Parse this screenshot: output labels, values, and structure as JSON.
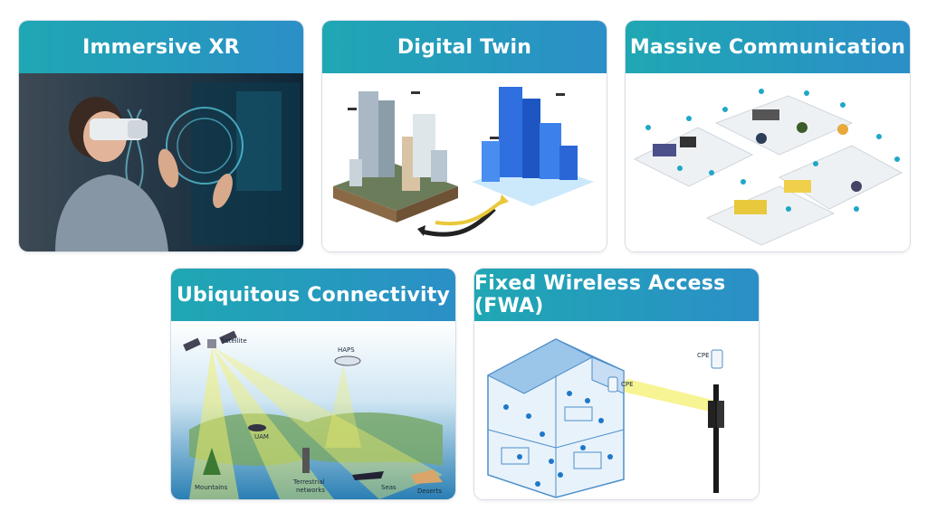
{
  "cards": [
    {
      "title": "Immersive XR"
    },
    {
      "title": "Digital Twin"
    },
    {
      "title": "Massive Communication"
    },
    {
      "title": "Ubiquitous Connectivity",
      "labels": {
        "satellite": "Satellite",
        "haps": "HAPS",
        "uam": "UAM",
        "mountains": "Mountains",
        "terrestrial1": "Terrestrial",
        "terrestrial2": "networks",
        "seas": "Seas",
        "deserts": "Deserts"
      }
    },
    {
      "title": "Fixed Wireless Access (FWA)",
      "labels": {
        "cpe_house": "CPE",
        "cpe_pole": "CPE"
      }
    }
  ],
  "colors": {
    "header_start": "#1fa7b3",
    "header_end": "#2b8fc7"
  }
}
